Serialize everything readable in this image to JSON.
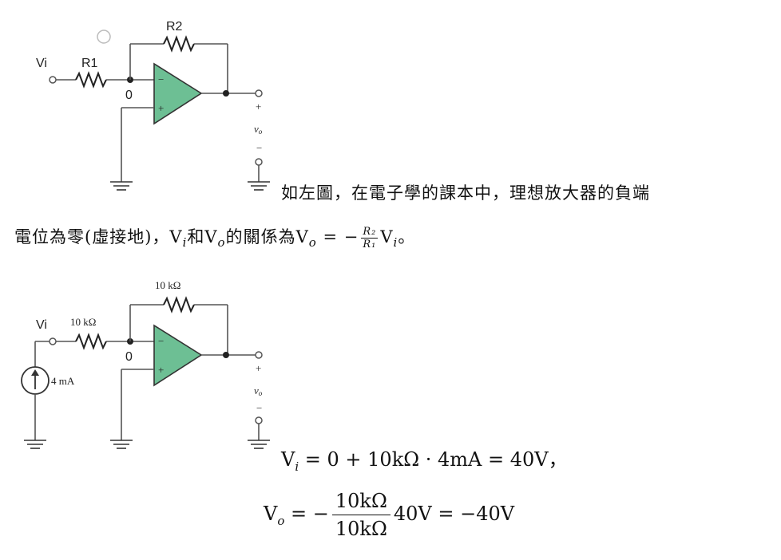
{
  "circuit1": {
    "vi": "Vi",
    "r1": "R1",
    "r2": "R2",
    "node": "0",
    "minus": "−",
    "plus": "+",
    "out_plus": "+",
    "out_minus": "−",
    "vo": "v",
    "vo_sub": "o"
  },
  "circuit2": {
    "vi": "Vi",
    "r1": "10 kΩ",
    "r2": "10 kΩ",
    "node": "0",
    "source": "4 mA",
    "minus": "−",
    "plus": "+",
    "out_plus": "+",
    "out_minus": "−",
    "vo": "v",
    "vo_sub": "o"
  },
  "paragraph": {
    "line1": "如左圖，在電子學的課本中，理想放大器的負端",
    "line2_a": "電位為零(虛接地)，V",
    "line2_b": "和V",
    "line2_c": "的關係為V",
    "line2_d": " = −",
    "frac_num": "R₂",
    "frac_den": "R₁",
    "line2_e": "V",
    "line2_f": "。",
    "sub_i": "i",
    "sub_o": "o"
  },
  "eq1": {
    "lhs": "V",
    "sub": "i",
    "rhs": " = 0 + 10kΩ · 4mA = 40V",
    "tail": "，"
  },
  "eq2": {
    "lhs": "V",
    "sub": "o",
    "mid": " = −",
    "num": "10kΩ",
    "den": "10kΩ",
    "rhs": "40V = −40V"
  }
}
